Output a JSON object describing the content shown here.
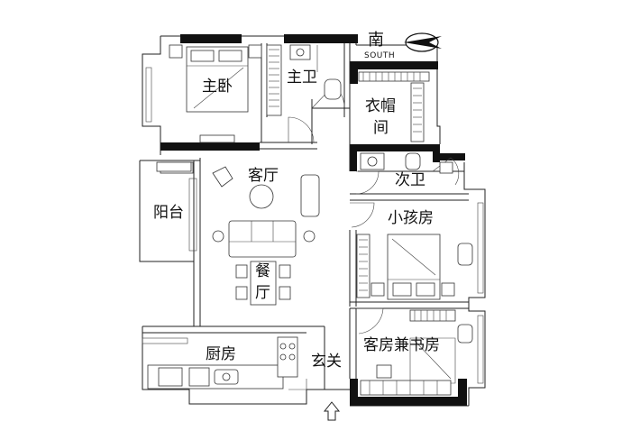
{
  "compass": {
    "label": "南",
    "sublabel": "SOUTH",
    "icon": "compass-arrow-icon"
  },
  "rooms": {
    "master_bedroom": "主卧",
    "master_bath": "主卫",
    "cloakroom_line1": "衣帽",
    "cloakroom_line2": "间",
    "second_bath": "次卫",
    "living_room": "客厅",
    "balcony": "阳台",
    "dining_line1": "餐",
    "dining_line2": "厅",
    "kids_room": "小孩房",
    "guest_study": "客房兼书房",
    "kitchen": "厨房",
    "entrance": "玄关"
  },
  "entry_icon": "entry-arrow-icon",
  "colors": {
    "wall": "#111111",
    "line": "#222222",
    "background": "#ffffff"
  }
}
